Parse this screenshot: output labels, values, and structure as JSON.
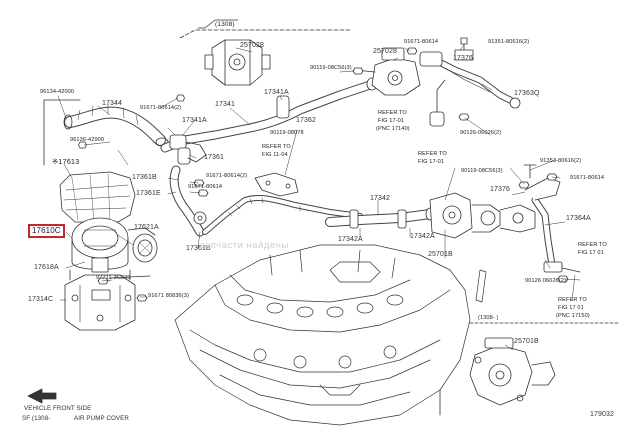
{
  "labels": {
    "p17613": "※17613",
    "p17610c": "17610C",
    "p17621a": "17621A",
    "p17618a": "17618A",
    "p17314c": "17314C",
    "p17344": "17344",
    "p96134": "96134-42000",
    "p96136": "96136-42900",
    "p91671_top": "91671-80614(2)",
    "p17341": "17341",
    "p17341a_1": "17341A",
    "p17341a_2": "17341A",
    "p17361_1": "17361",
    "p17361b": "17361B",
    "p17361e": "17361E",
    "p17361b_2": "17361B",
    "p17362": "17362",
    "p91671_mid": "91671-80614(2)",
    "p91671_mid2": "91671-80614",
    "p90119_mid": "90119-08078",
    "p257028_1": "257028",
    "p257028_2": "257028",
    "p90119_top": "90119-08C56(3)",
    "p91671_top2": "91671-80614",
    "p91351_top": "91351-80616(2)",
    "p17376_top": "17376",
    "p17363q": "17363Q",
    "p90126_top": "90126-06026(2)",
    "ref_fig17_top_1": "REFER TO",
    "ref_fig17_top_2": "FIG 17-01",
    "ref_fig17_top_3": "(PNC 17140)",
    "ref_fig11_1": "REFER TO",
    "ref_fig11_2": "FIG 11-04",
    "ref_fig17_mid_1": "REFER TO",
    "ref_fig17_mid_2": "FIG 17-01",
    "p90119_right": "90119-08C56(3)",
    "p91353_right": "91353-80616(2)",
    "p91671_right": "91671-80614",
    "p17376_right": "17376",
    "p17364a": "17364A",
    "p17342": "17342",
    "p17342a_1": "17342A",
    "p17342a_2": "17342A",
    "p25701b_1": "25701B",
    "p25701b_2": "25701B",
    "ref_fig17_right_1": "REFER TO",
    "ref_fig17_right_2": "FIG 17 01",
    "p90126_right": "90126 06026(2)",
    "ref_fig17_br_1": "REFER TO",
    "ref_fig17_br_2": "FIG 17 01",
    "ref_fig17_br_3": "(PNC 17150)",
    "p97711": "97711-3C330",
    "p91671_bottom": "91671 80836(3)",
    "date_top_left": "(1308)",
    "date_br": "(1308- )",
    "vehicle_front": "VEHICLE FRONT SIDE",
    "note_air_pump": "AIR PUMP COVER",
    "note_code_left": "SF (1308-",
    "diagram_code": "179032"
  },
  "watermark": {
    "text": "запчасти найдены"
  },
  "highlight_color": "#c0292b"
}
